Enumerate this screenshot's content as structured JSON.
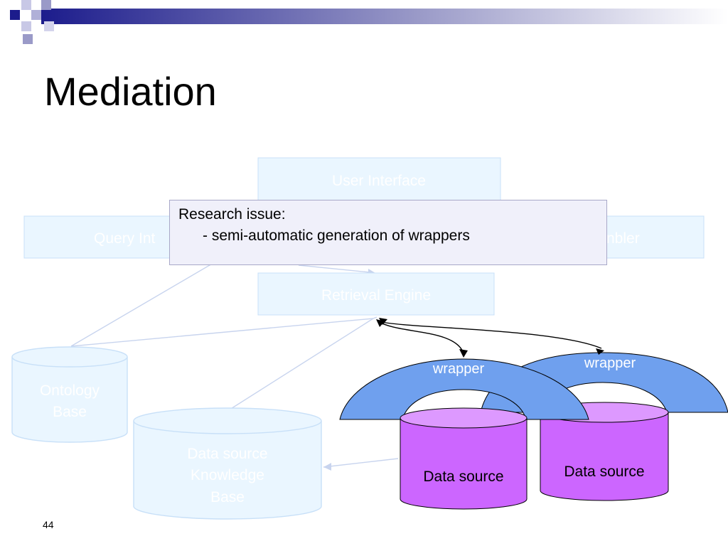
{
  "slide": {
    "title": "Mediation",
    "page_number": "44"
  },
  "diagram": {
    "boxes": {
      "user_interface": "User Interface",
      "query_interface": "Query Int",
      "assembler": "nbler",
      "retrieval_engine": "Retrieval Engine"
    },
    "ontology_base": [
      "Ontology",
      "Base"
    ],
    "kb": [
      "Data source",
      "Knowledge",
      "Base"
    ],
    "wrapper_1": "wrapper",
    "wrapper_2": "wrapper",
    "data_source_1": "Data source",
    "data_source_2": "Data source"
  },
  "callout": {
    "line1": "Research issue:",
    "line2": "- semi-automatic generation of wrappers"
  },
  "colors": {
    "faded_fill": "#eaf6ff",
    "faded_stroke": "#c8e0f8",
    "wrapper_fill": "#6fa0ee",
    "ds_fill": "#cc66ff",
    "ds_top": "#dd99ff",
    "title_bar_dark": "#1c1c8c"
  }
}
